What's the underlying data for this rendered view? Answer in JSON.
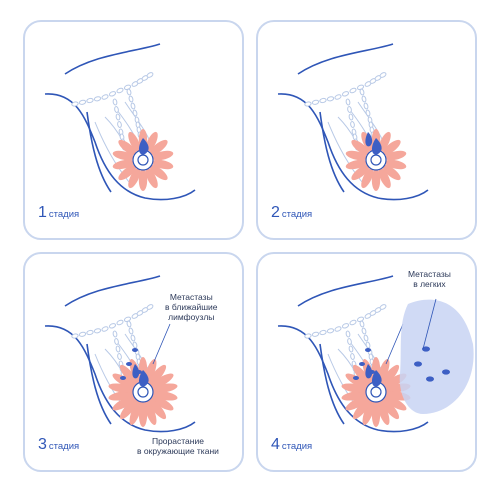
{
  "panels": [
    {
      "number": "1",
      "word": "стадия"
    },
    {
      "number": "2",
      "word": "стадия"
    },
    {
      "number": "3",
      "word": "стадия"
    },
    {
      "number": "4",
      "word": "стадия"
    }
  ],
  "annotations": {
    "lymph_node_metastases": "Метастазы\nв ближайшие\nлимфоузлы",
    "tissue_invasion": "Прорастание\nв окружающие ткани",
    "lung_metastases": "Метастазы\nв легких"
  },
  "colors": {
    "panel_border": "#c9d6ee",
    "outline": "#2f56b7",
    "duct": "#b8c9e6",
    "petal": "#f5a79b",
    "tumor": "#3d5fc4",
    "lung": "#c8d3f3",
    "label": "#2f56b7"
  }
}
